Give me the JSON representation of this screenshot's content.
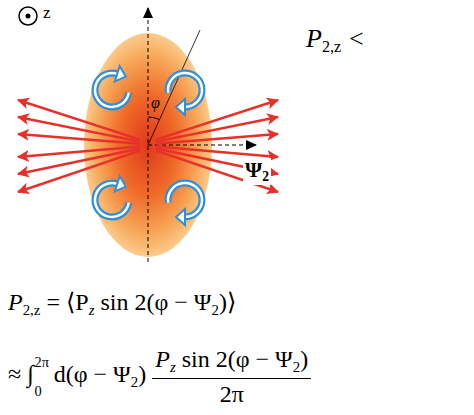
{
  "diagram": {
    "labels": [
      "z",
      "φ",
      "Ψ",
      "2",
      "P",
      "2,z",
      "<",
      "P",
      "2,z",
      "= ⟨P",
      "z",
      "sin 2(φ − Ψ",
      "2",
      ")⟩",
      "≈ ∫",
      "2π",
      "0",
      "d(φ − Ψ",
      "2",
      ")",
      "P",
      "z",
      "sin 2(φ − Ψ",
      "2",
      ")",
      "2π"
    ]
  }
}
